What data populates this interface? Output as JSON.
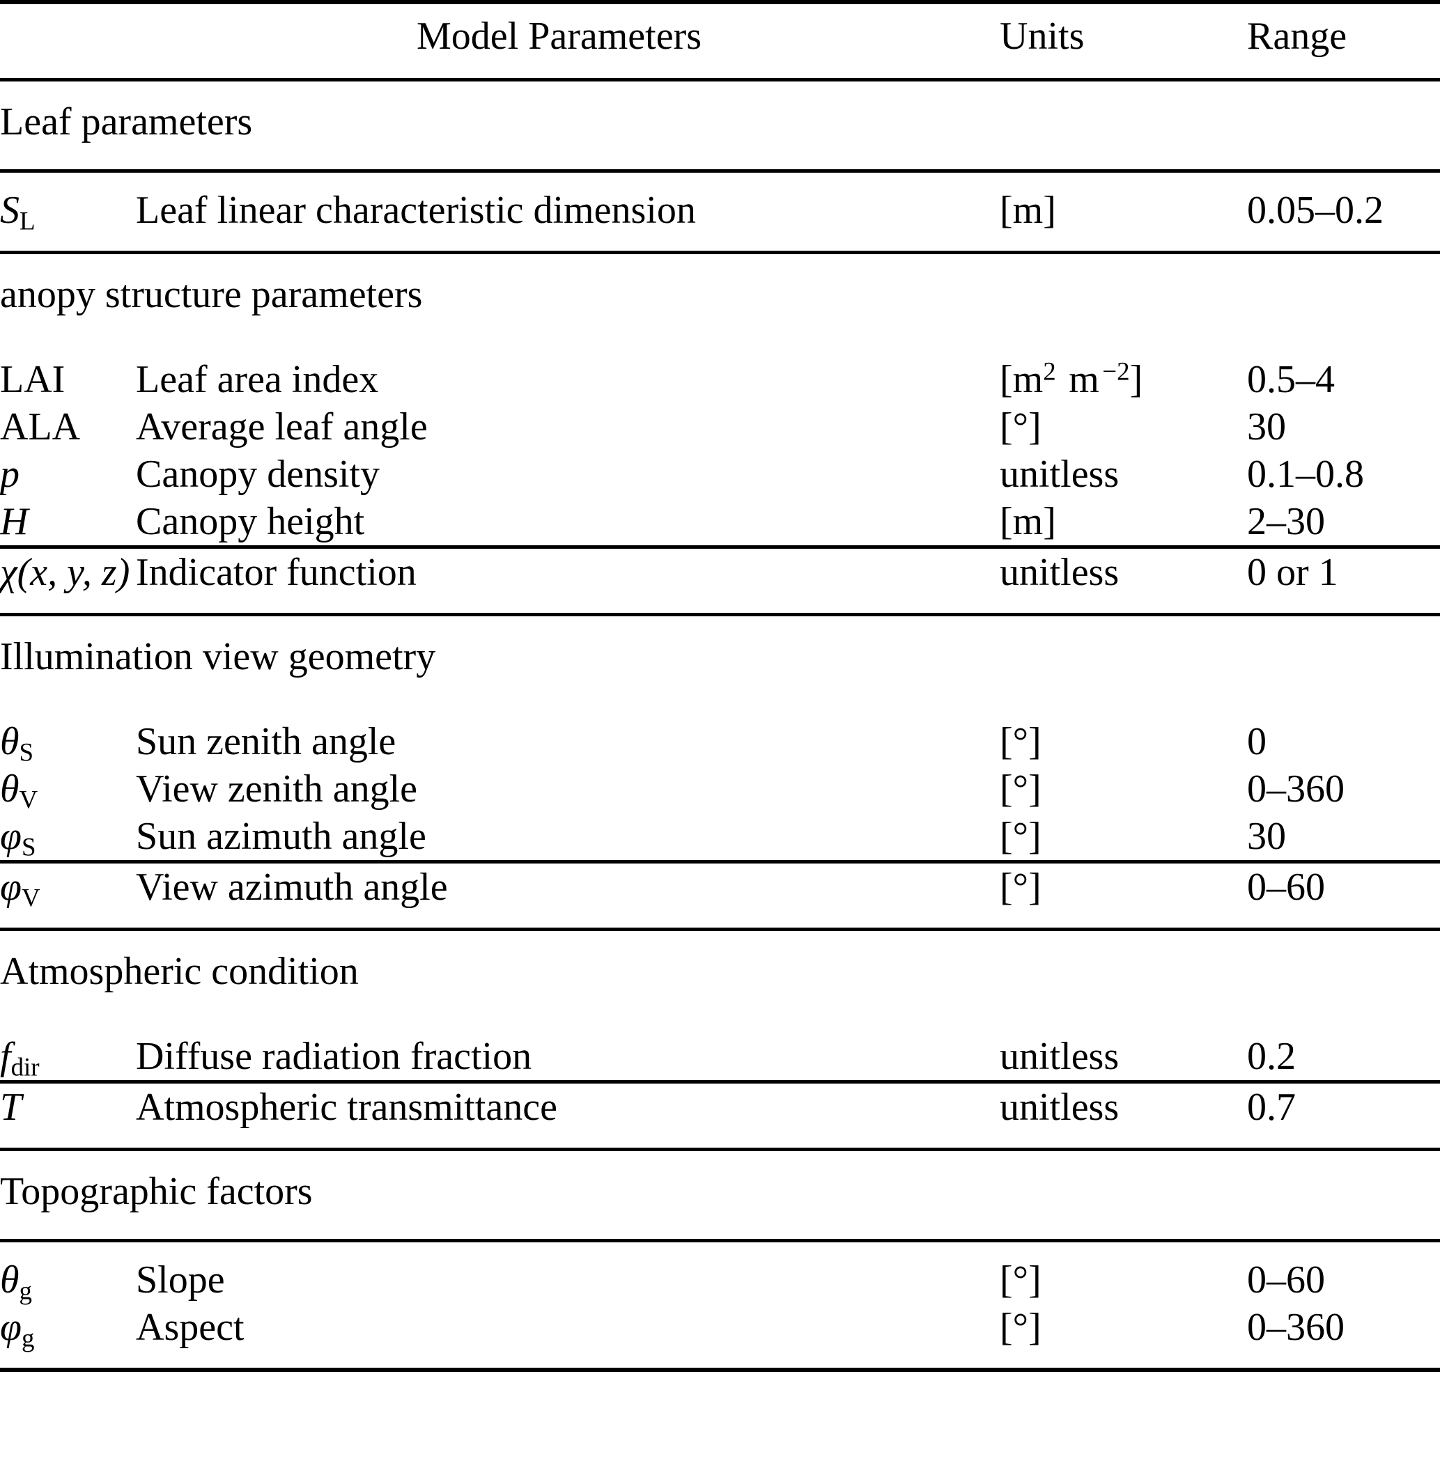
{
  "table": {
    "columns": {
      "parameters": "Model Parameters",
      "units": "Units",
      "range": "Range"
    },
    "sections": [
      {
        "heading": "Leaf parameters",
        "rows": [
          {
            "symbol_base": "S",
            "symbol_sub": "L",
            "symbol_text": "S_L",
            "description": "Leaf linear characteristic dimension",
            "units": "[m]",
            "range": "0.05–0.2"
          }
        ]
      },
      {
        "heading": "anopy structure parameters",
        "rows": [
          {
            "symbol_base": "LAI",
            "symbol_sub": "",
            "symbol_text": "LAI",
            "description": "Leaf area index",
            "units": "[m2 m−2]",
            "units_base": "[m",
            "units_sup1": "2",
            "units_mid": " m",
            "units_sup2": "−2",
            "units_end": "]",
            "range": "0.5–4"
          },
          {
            "symbol_base": "ALA",
            "symbol_sub": "",
            "symbol_text": "ALA",
            "description": "Average leaf angle",
            "units": "[°]",
            "range": "30"
          },
          {
            "symbol_base": "p",
            "symbol_sub": "",
            "symbol_text": "p",
            "description": "Canopy density",
            "units": "unitless",
            "range": "0.1–0.8"
          },
          {
            "symbol_base": "H",
            "symbol_sub": "",
            "symbol_text": "H",
            "description": "Canopy height",
            "units": "[m]",
            "range": "2–30"
          },
          {
            "symbol_base": "χ",
            "symbol_sub": "",
            "symbol_text": "χ(x, y, z)",
            "description": "Indicator function",
            "units": "unitless",
            "range": "0 or 1"
          }
        ]
      },
      {
        "heading": "Illumination view geometry",
        "rows": [
          {
            "symbol_base": "θ",
            "symbol_sub": "S",
            "symbol_text": "θ_S",
            "description": "Sun zenith angle",
            "units": "[°]",
            "range": "0"
          },
          {
            "symbol_base": "θ",
            "symbol_sub": "V",
            "symbol_text": "θ_V",
            "description": "View zenith angle",
            "units": "[°]",
            "range": "0–360"
          },
          {
            "symbol_base": "φ",
            "symbol_sub": "S",
            "symbol_text": "φ_S",
            "description": "Sun azimuth angle",
            "units": "[°]",
            "range": "30"
          },
          {
            "symbol_base": "φ",
            "symbol_sub": "V",
            "symbol_text": "φ_V",
            "description": "View azimuth angle",
            "units": "[°]",
            "range": "0–60"
          }
        ]
      },
      {
        "heading": "Atmospheric condition",
        "rows": [
          {
            "symbol_base": "f",
            "symbol_sub": "dir",
            "symbol_text": "f_dir",
            "description": "Diffuse radiation fraction",
            "units": "unitless",
            "range": "0.2"
          },
          {
            "symbol_base": "T",
            "symbol_sub": "",
            "symbol_text": "T",
            "description": "Atmospheric transmittance",
            "units": "unitless",
            "range": "0.7"
          }
        ]
      },
      {
        "heading": "Topographic factors",
        "rows": [
          {
            "symbol_base": "θ",
            "symbol_sub": "g",
            "symbol_text": "θ_g",
            "description": "Slope",
            "units": "[°]",
            "range": "0–60"
          },
          {
            "symbol_base": "φ",
            "symbol_sub": "g",
            "symbol_text": "φ_g",
            "description": "Aspect",
            "units": "[°]",
            "range": "0–360"
          }
        ]
      }
    ]
  }
}
